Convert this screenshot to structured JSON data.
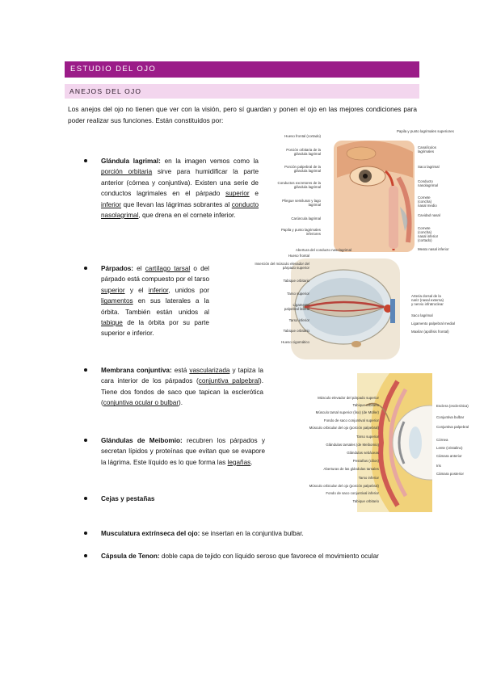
{
  "header": {
    "title": "ESTUDIO DEL OJO",
    "subtitle": "ANEJOS DEL OJO",
    "banner_color": "#9b1c88",
    "subbanner_color": "#f3d6ee"
  },
  "intro": "Los anejos del ojo no tienen que ver con la visión, pero sí guardan y ponen el ojo en las mejores condiciones para poder realizar sus funciones. Están constituidos por:",
  "bullets": {
    "lagrimal": {
      "title": "Glándula lagrimal:",
      "t1": " en la imagen vemos como la ",
      "u1": "porción orbitaria",
      "t2": " sirve para humidificar la parte anterior (córnea y conjuntiva). Existen una serie de conductos lagrimales en el párpado ",
      "u2": "superior",
      "t3": " e ",
      "u3": "inferior",
      "t4": " que llevan las lágrimas sobrantes al ",
      "u4": "conducto nasolagrimal",
      "t5": ", que drena en el cornete inferior."
    },
    "parpados": {
      "title": "Párpados:",
      "t1": " el ",
      "u1": "cartílago tarsal",
      "t2": " o del párpado está compuesto por el tarso ",
      "u2": "superior",
      "t3": " y el ",
      "u3": "inferior",
      "t4": ", unidos por ",
      "u4": "ligamentos",
      "t5": " en sus laterales a la órbita. También están unidos al ",
      "u5": "tabique",
      "t6": " de la órbita por su parte superior e inferior."
    },
    "conjuntiva": {
      "title": "Membrana conjuntiva:",
      "t1": " está ",
      "u1": "vascularizada",
      "t2": " y tapiza la cara interior de los párpados (",
      "u2": "conjuntiva palpebral",
      "t3": "). Tiene dos fondos de saco que tapican la esclerótica (",
      "u3": "conjuntiva ocular o bulbar",
      "t4": ")."
    },
    "meibomio": {
      "title": "Glándulas de Meibomio:",
      "t1": " recubren los párpados y secretan lípidos y proteínas que evitan que se evapore la lágrima. Este líquido es lo que forma las ",
      "u1": "legañas",
      "t2": "."
    },
    "cejas": {
      "title": "Cejas y pestañas"
    },
    "musculatura": {
      "title": "Musculatura extrínseca del ojo:",
      "t1": " se insertan en la conjuntiva bulbar."
    },
    "tenon": {
      "title": "Cápsula de Tenon:",
      "t1": " doble capa de tejido con líquido seroso que favorece el movimiento ocular"
    }
  },
  "fig1": {
    "left": [
      "Hueso frontal (cortado)",
      "Porción orbitaria de la glándula lagrimal",
      "Porción palpebral de la glándula lagrimal",
      "Conductos excretores de la glándula lagrimal",
      "Pliegue semilunar y lago lagrimal",
      "Carúncula lagrimal",
      "Papila y punto lagrimales inferiores",
      "Abertura del conducto nasolagrimal"
    ],
    "top": "Papila y punto lagrimales superiores",
    "right": [
      "Canalículos lagrimales",
      "Saco lagrimal",
      "Conducto nasolagrimal",
      "Cornete (concha) nasal medio",
      "Cavidad nasal",
      "Cornete (concha) nasal inferior (cortado)",
      "Meato nasal inferior"
    ]
  },
  "fig2": {
    "left": [
      "Hueso frontal",
      "Inserción del músculo elevador del párpado superior",
      "Tabique orbitario",
      "Tarso superior",
      "Ligamento palpebral lateral",
      "Tarso inferior",
      "Tabique orbitario",
      "Hueso cigomático"
    ],
    "right": [
      "Arteria dorsal de la nariz (nasal externa) y nervio infratroclear",
      "Saco lagrimal",
      "Ligamento palpebral medial",
      "Maxilar (apófisis frontal)"
    ]
  },
  "fig3": {
    "left": [
      "Músculo elevador del párpado superior",
      "Tabique orbitario",
      "Músculo tarsal superior (liso) (de Müller)",
      "Fondo de saco conjuntival superior",
      "Músculo orbicular del ojo (porción palpebral)",
      "Tarso superior",
      "Glándulas tarsales (de Meibomio)",
      "Glándulas sebáceas",
      "Pestañas (cilios)",
      "Aberturas de las glándulas tarsales",
      "Tarso inferior",
      "Músculo orbicular del ojo (porción palpebral)",
      "Fondo de saco conjuntival inferior",
      "Tabique orbitario"
    ],
    "right": [
      "Esclera (esclerótica)",
      "Conjuntiva bulbar",
      "Conjuntiva palpebral",
      "Córnea",
      "Lente (cristalino)",
      "Cámara anterior",
      "Iris",
      "Cámara posterior"
    ]
  }
}
